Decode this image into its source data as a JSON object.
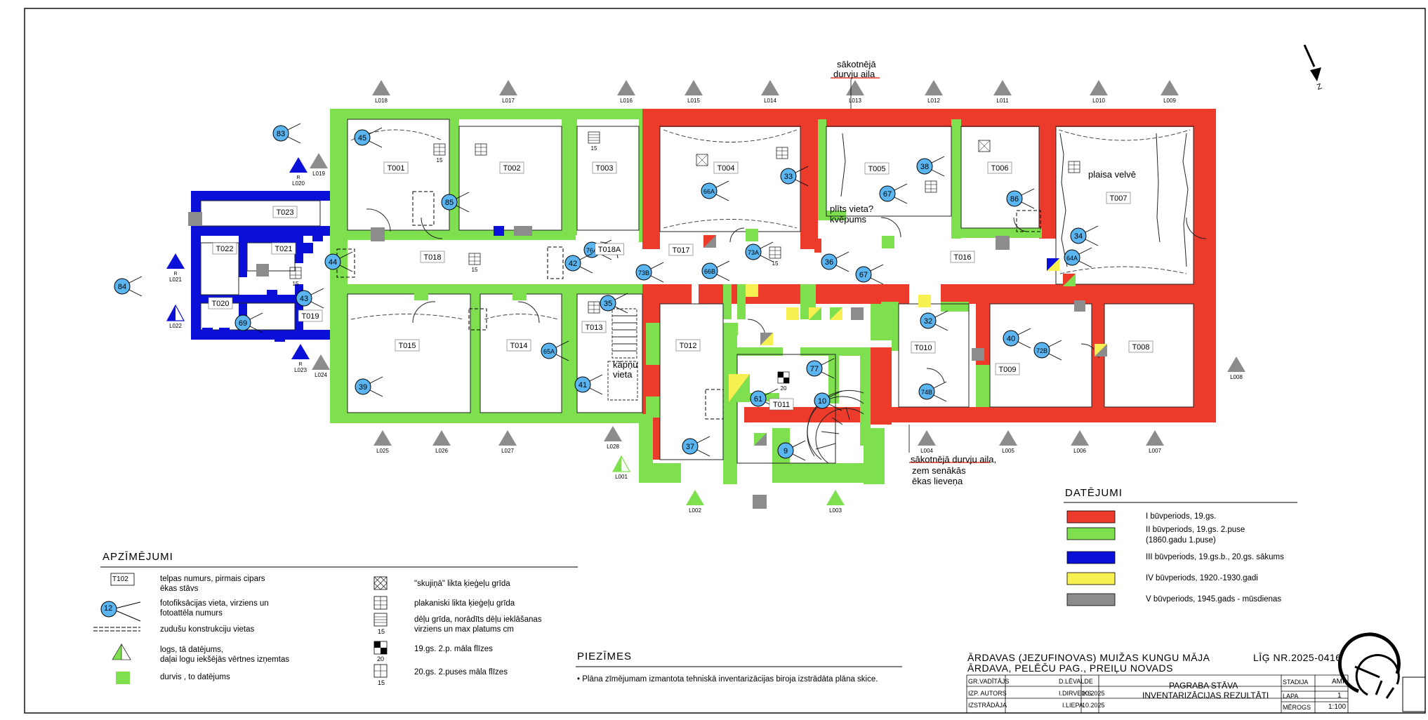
{
  "rooms": [
    {
      "id": "T001",
      "label": "T001"
    },
    {
      "id": "T002",
      "label": "T002"
    },
    {
      "id": "T003",
      "label": "T003"
    },
    {
      "id": "T004",
      "label": "T004"
    },
    {
      "id": "T005",
      "label": "T005"
    },
    {
      "id": "T006",
      "label": "T006"
    },
    {
      "id": "T007",
      "label": "T007"
    },
    {
      "id": "T008",
      "label": "T008"
    },
    {
      "id": "T009",
      "label": "T009"
    },
    {
      "id": "T010",
      "label": "T010"
    },
    {
      "id": "T011",
      "label": "T011"
    },
    {
      "id": "T012",
      "label": "T012"
    },
    {
      "id": "T013",
      "label": "T013"
    },
    {
      "id": "T014",
      "label": "T014"
    },
    {
      "id": "T015",
      "label": "T015"
    },
    {
      "id": "T016",
      "label": "T016"
    },
    {
      "id": "T017",
      "label": "T017"
    },
    {
      "id": "T018",
      "label": "T018"
    },
    {
      "id": "T018A",
      "label": "T018A"
    },
    {
      "id": "T019",
      "label": "T019"
    },
    {
      "id": "T020",
      "label": "T020"
    },
    {
      "id": "T021",
      "label": "T021"
    },
    {
      "id": "T022",
      "label": "T022"
    },
    {
      "id": "T023",
      "label": "T023"
    }
  ],
  "photos": [
    "45",
    "85",
    "83",
    "44",
    "43",
    "69",
    "84",
    "76A",
    "42",
    "35",
    "73B",
    "41",
    "39",
    "65A",
    "66A",
    "66B",
    "33",
    "73A",
    "38",
    "67",
    "36",
    "67",
    "86",
    "34",
    "64A",
    "32",
    "40",
    "72B",
    "74B",
    "77",
    "10",
    "61",
    "37",
    "9"
  ],
  "windows": [
    "L001",
    "L002",
    "L003",
    "L004",
    "L005",
    "L006",
    "L007",
    "L008",
    "L009",
    "L010",
    "L011",
    "L012",
    "L013",
    "L014",
    "L015",
    "L016",
    "L017",
    "L018",
    "L019",
    "L020",
    "L021",
    "L022",
    "L023",
    "L024",
    "L025",
    "L026",
    "L027",
    "L028"
  ],
  "window_prefix_r": "R",
  "annotations": {
    "top_note_1": "sākotnējā",
    "top_note_2": "durvju aila",
    "bottom_note_1": "sākotnējā durvju aila,",
    "bottom_note_2": "zem senākās",
    "bottom_note_3": "ēkas lieveņa",
    "t007_note": "plaisa velvē",
    "t005_note_1": "plīts vieta?",
    "t005_note_2": "kvēpums",
    "t013_note_1": "kāpņu",
    "t013_note_2": "vieta",
    "north": "Z",
    "floor_dim_15": "15",
    "floor_dim_20": "20"
  },
  "legend": {
    "title": "APZĪMĒJUMI",
    "left_items": [
      {
        "key": "room",
        "symbol": "T102",
        "text1": "telpas numurs, pirmais cipars",
        "text2": "ēkas stāvs"
      },
      {
        "key": "photo",
        "symbol": "12",
        "text1": "fotofiksācijas vieta, virziens  un",
        "text2": "fotoattēla numurs"
      },
      {
        "key": "lost",
        "text1": "zudušu konstrukciju vietas",
        "text2": ""
      },
      {
        "key": "window",
        "text1": "logs, tā datējums,",
        "text2": "daļai logu iekšējās vērtnes izņemtas"
      },
      {
        "key": "door",
        "text1": "durvis , to datējums",
        "text2": ""
      }
    ],
    "right_items": [
      {
        "key": "skujina",
        "text1": "\"skujiņā\" likta ķieģeļu grīda",
        "text2": ""
      },
      {
        "key": "plakaniski",
        "text1": "plakaniski likta ķieģeļu grīda",
        "text2": ""
      },
      {
        "key": "delu",
        "text1": "dēļu grīda, norādīts dēļu ieklāšanas",
        "text2": "virziens un max platums cm",
        "num": "15"
      },
      {
        "key": "fr19",
        "text1": "19.gs. 2.p. māla flīzes",
        "text2": "",
        "num": "20"
      },
      {
        "key": "fr20",
        "text1": "20.gs. 2.puses māla flīzes",
        "text2": "",
        "num": "15"
      }
    ]
  },
  "notes": {
    "title": "PIEZĪMES",
    "text": "•  Plāna zīmējumam izmantota tehniskā inventarizācijas biroja izstrādāta plāna skice."
  },
  "dating": {
    "title": "DATĒJUMI",
    "items": [
      {
        "color": "#ec3a2b",
        "text1": "I būvperiods, 19.gs.",
        "text2": ""
      },
      {
        "color": "#7ee04e",
        "text1": "II būvperiods, 19.gs. 2.puse",
        "text2": "(1860.gadu 1.puse)"
      },
      {
        "color": "#0a10d8",
        "text1": "III būvperiods, 19.gs.b., 20.gs. sākums",
        "text2": ""
      },
      {
        "color": "#f6f050",
        "text1": "IV būvperiods, 1920.-1930.gadi",
        "text2": ""
      },
      {
        "color": "#8c8c8c",
        "text1": "V būvperiods, 1945.gads - mūsdienas",
        "text2": ""
      }
    ]
  },
  "title_block": {
    "project_1": "ĀRDAVAS (JEZUFINOVAS) MUIŽAS KUNGU MĀJA",
    "project_2": "ĀRDAVA, PELĒČU PAG., PREIĻU NOVADS",
    "doc_no": "LĪĢ NR.2025-0416",
    "rows": [
      {
        "role": "GR.VADĪTĀJS",
        "name": "D.LĒVALDE",
        "date": ""
      },
      {
        "role": "IZP. AUTORS",
        "name": "I.DIRVEIKS",
        "date": "10.2025"
      },
      {
        "role": "IZSTRĀDĀJA",
        "name": "I.LIEPA",
        "date": "10.2025"
      }
    ],
    "sheet_title_1": "PAGRABA STĀVA",
    "sheet_title_2": "INVENTARIZĀCIJAS REZULTĀTI",
    "stage_label": "STADIJA",
    "stage": "AMI",
    "page_label": "LAPA",
    "page": "1",
    "scale_label": "MĒROGS",
    "scale": "1:100"
  },
  "colors": {
    "period1": "#ec3a2b",
    "period2": "#7ee04e",
    "period3": "#0a10d8",
    "period4": "#f6f050",
    "period5": "#8c8c8c",
    "photo": "#5bb5f0"
  }
}
